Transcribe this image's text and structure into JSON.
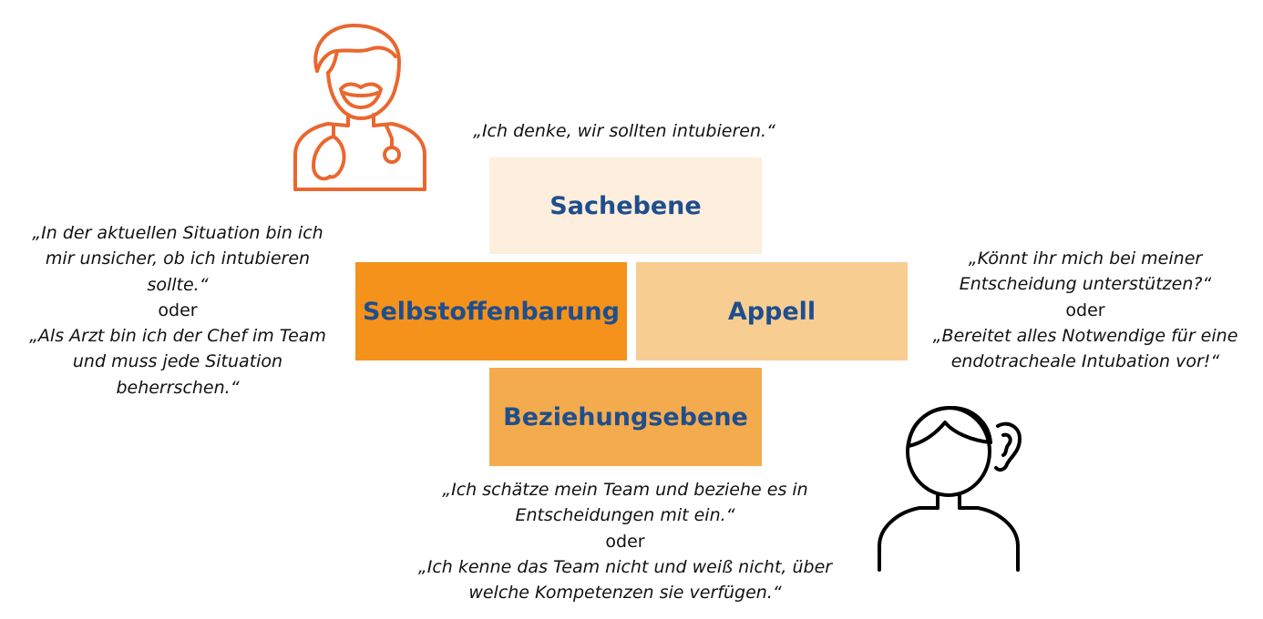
{
  "boxes": {
    "sachebene": "Sachebene",
    "selbstoffenbarung": "Selbstoffenbarung",
    "appell": "Appell",
    "beziehungsebene": "Beziehungsebene"
  },
  "quotes": {
    "top": "„Ich denke, wir sollten intubieren.“",
    "left": {
      "lines_a": [
        "„In der aktuellen Situation bin ich",
        "mir unsicher, ob ich intubieren",
        "sollte.“"
      ],
      "or": "oder",
      "lines_b": [
        "„Als Arzt bin ich der Chef im Team",
        "und muss jede Situation",
        "beherrschen.“"
      ]
    },
    "right": {
      "lines_a": [
        "„Könnt ihr mich bei meiner",
        "Entscheidung unterstützen?“"
      ],
      "or": "oder",
      "lines_b": [
        "„Bereitet alles Notwendige für eine",
        "endotracheale Intubation vor!“"
      ]
    },
    "bottom": {
      "lines_a": [
        "„Ich schätze mein Team und beziehe es in",
        "Entscheidungen mit ein.“"
      ],
      "or": "oder",
      "lines_b": [
        "„Ich kenne das Team nicht und weiß nicht, über",
        "welche Kompetenzen sie verfügen.“"
      ]
    }
  },
  "colors": {
    "label_text": "#1f4e8c",
    "sachebene_fill": "#fdeedd",
    "selbstoffenbarung_fill": "#f4921c",
    "appell_fill": "#f8cd92",
    "beziehungsebene_fill": "#f4ab4d",
    "sender_icon": "#e9672f",
    "receiver_icon": "#000000"
  },
  "icons": {
    "sender": "doctor-with-stethoscope-icon",
    "receiver": "person-listening-ear-icon"
  }
}
